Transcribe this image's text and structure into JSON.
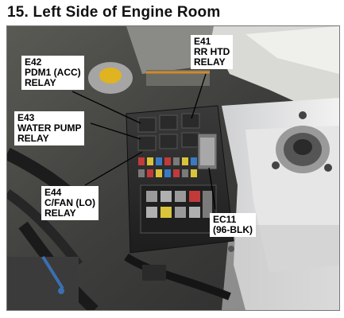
{
  "title": "15. Left Side of Engine Room",
  "callouts": {
    "e42": {
      "code": "E42",
      "line1": "PDM1 (ACC)",
      "line2": "RELAY"
    },
    "e41": {
      "code": "E41",
      "line1": "RR HTD",
      "line2": "RELAY"
    },
    "e43": {
      "code": "E43",
      "line1": "WATER PUMP",
      "line2": "RELAY"
    },
    "e44": {
      "code": "E44",
      "line1": "C/FAN (LO)",
      "line2": "RELAY"
    },
    "ec11": {
      "code": "EC11",
      "line1": "(96-BLK)"
    }
  }
}
